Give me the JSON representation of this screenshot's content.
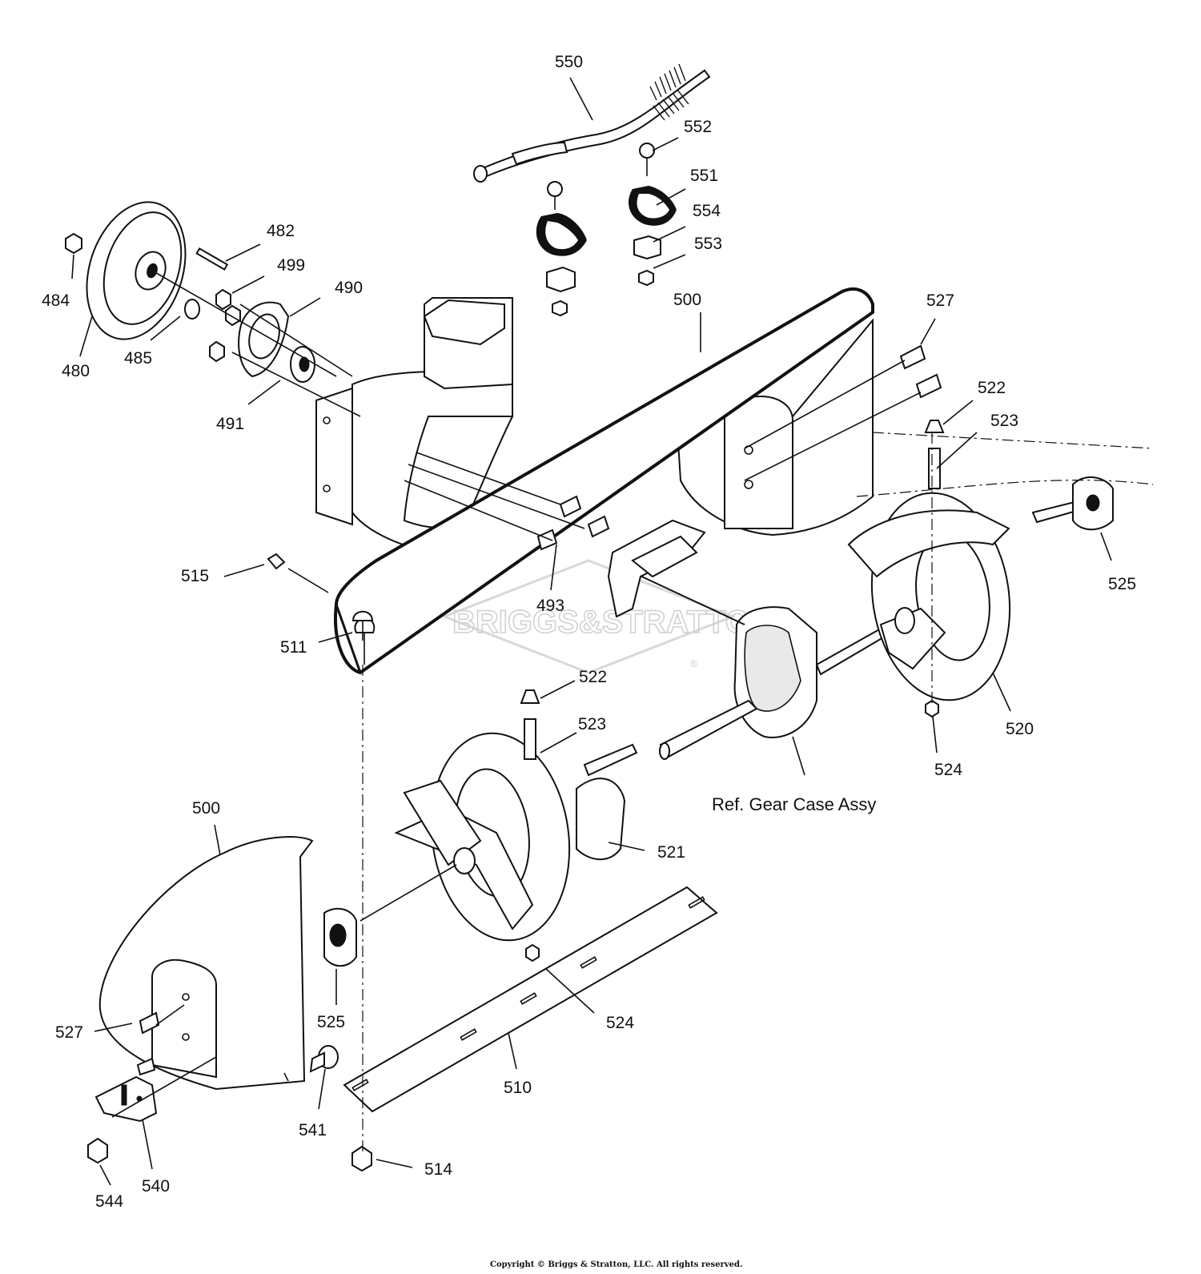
{
  "diagram": {
    "part_labels": [
      "550",
      "552",
      "551",
      "554",
      "553",
      "482",
      "499",
      "490",
      "484",
      "480",
      "485",
      "491",
      "500",
      "527",
      "522",
      "523",
      "525",
      "515",
      "511",
      "493",
      "520",
      "524",
      "522",
      "523",
      "521",
      "500",
      "527",
      "525",
      "524",
      "510",
      "541",
      "540",
      "544",
      "514"
    ],
    "ref_label": "Ref. Gear Case Assy",
    "watermark": "BRIGGS&STRATTON",
    "watermark_mark": "®",
    "copyright": "Copyright © Briggs & Stratton, LLC. All rights reserved."
  }
}
